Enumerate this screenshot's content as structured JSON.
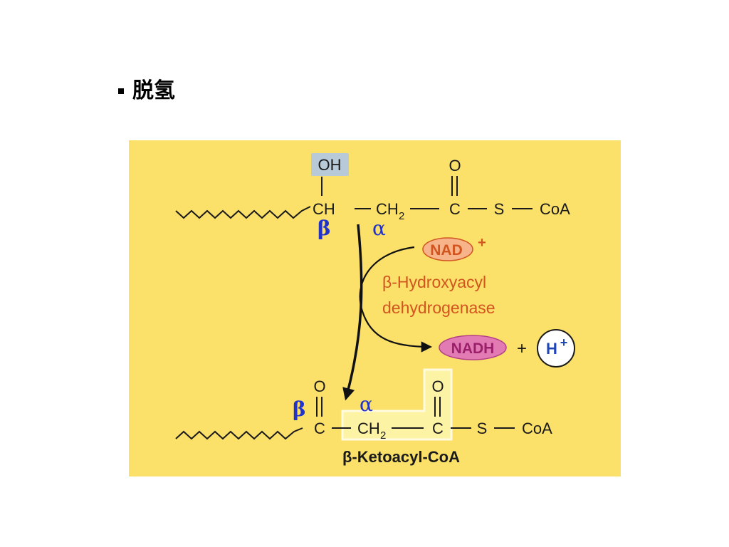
{
  "slide": {
    "title": "脱氢"
  },
  "reactant": {
    "hydroxyl_label": "OH",
    "atoms": {
      "beta_carbon": "CH",
      "alpha_carbon": "CH",
      "alpha_sub": "2",
      "carbonyl_carbon": "C",
      "carbonyl_oxygen": "O",
      "sulfur": "S",
      "coa": "CoA"
    },
    "beta_marker": "β",
    "alpha_marker": "α"
  },
  "cofactors": {
    "nad": "NAD",
    "nad_charge": "+",
    "nadh": "NADH",
    "plus_sign": "+",
    "proton": "H",
    "proton_charge": "+"
  },
  "enzyme": {
    "line1": "β-Hydroxyacyl",
    "line2": "dehydrogenase"
  },
  "product": {
    "atoms": {
      "keto_carbon": "C",
      "keto_oxygen": "O",
      "alpha_carbon": "CH",
      "alpha_sub": "2",
      "carbonyl_carbon": "C",
      "carbonyl_oxygen": "O",
      "sulfur": "S",
      "coa": "CoA"
    },
    "beta_marker": "β",
    "alpha_marker": "α",
    "name": "β-Ketoacyl-CoA"
  },
  "colors": {
    "panel_background": "#fbe06a",
    "enzyme_text": "#d2551f",
    "greek_markers": "#2233cc",
    "hydroxyl_highlight": "#b8c9d8",
    "nad_fill": "#f7b48a",
    "nadh_fill": "#e27ab4",
    "proton_text": "#1f47b5"
  }
}
